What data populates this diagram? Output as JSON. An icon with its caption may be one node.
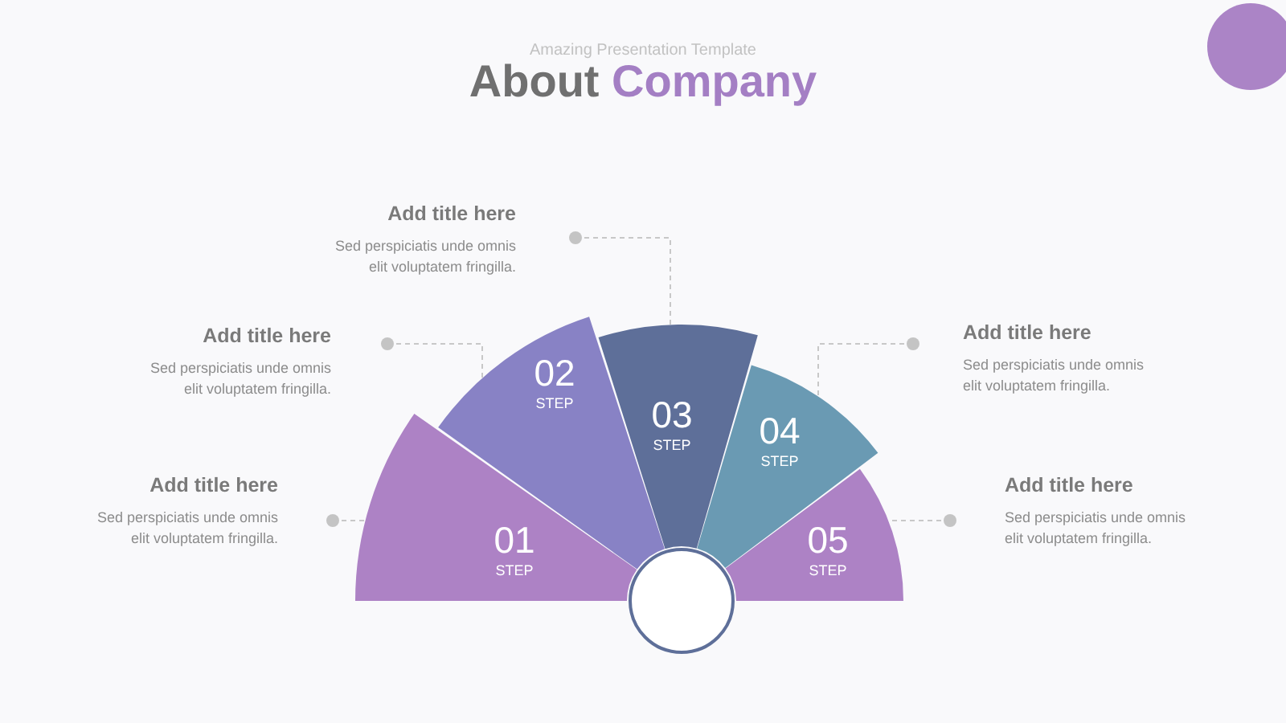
{
  "diagram": {
    "title": "About Company",
    "nodes": [
      {
        "text": [
          "01",
          "STEP"
        ]
      },
      {
        "text": [
          "02",
          "STEP"
        ]
      },
      {
        "text": [
          "03",
          "STEP"
        ]
      },
      {
        "text": [
          "04",
          "STEP"
        ]
      },
      {
        "text": [
          "05",
          "STEP"
        ]
      },
      {
        "text": [],
        "shape": "circle"
      },
      {
        "text": [
          "Add title here",
          "Sed perspiciatis unde omnis elit voluptatem fringilla."
        ]
      },
      {
        "text": [
          "Add title here",
          "Sed perspiciatis unde omnis elit voluptatem fringilla."
        ]
      },
      {
        "text": [
          "Add title here",
          "Sed perspiciatis unde omnis elit voluptatem fringilla."
        ]
      },
      {
        "text": [
          "Add title here",
          "Sed perspiciatis unde omnis elit voluptatem fringilla."
        ]
      },
      {
        "text": [
          "Add title here",
          "Sed perspiciatis unde omnis elit voluptatem fringilla."
        ]
      }
    ],
    "edges": [
      {
        "from": 6,
        "to": 0,
        "arrow": "other",
        "style": "dashed"
      },
      {
        "from": 7,
        "to": 1,
        "arrow": "other",
        "style": "dashed"
      },
      {
        "from": 8,
        "to": 2,
        "arrow": "other",
        "style": "dashed"
      },
      {
        "from": 9,
        "to": 3,
        "arrow": "other",
        "style": "dashed"
      },
      {
        "from": 10,
        "to": 4,
        "arrow": "other",
        "style": "dashed"
      }
    ],
    "labels": [
      "Amazing Presentation Template"
    ]
  }
}
